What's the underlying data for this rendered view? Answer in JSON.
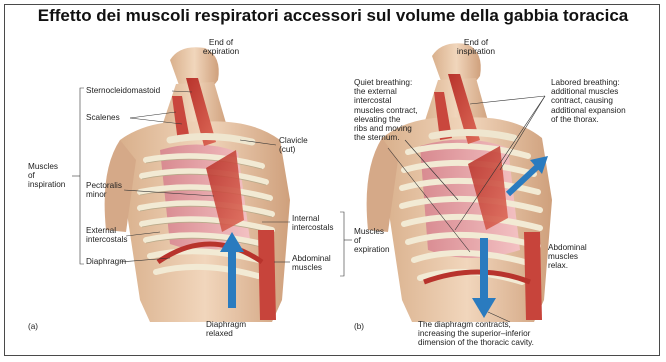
{
  "title": "Effetto dei muscoli respiratori accessori sul volume della gabbia toracica",
  "panel_a": {
    "heading": "End of\nexpiration",
    "tag": "(a)",
    "labels": {
      "sternocleidomastoid": "Sternocleidomastoid",
      "scalenes": "Scalenes",
      "muscles_of_inspiration": "Muscles\nof\ninspiration",
      "pectoralis_minor": "Pectoralis\nminor",
      "external_intercostals": "External\nintercostals",
      "diaphragm": "Diaphragm",
      "clavicle": "Clavicle\n(cut)",
      "internal_intercostals": "Internal\nintercostals",
      "muscles_of_expiration": "Muscles\nof\nexpiration",
      "abdominal_muscles": "Abdominal\nmuscles",
      "diaphragm_relaxed": "Diaphragm\nrelaxed"
    }
  },
  "panel_b": {
    "heading": "End of\ninspiration",
    "tag": "(b)",
    "labels": {
      "quiet_breathing": "Quiet breathing:\nthe external\nintercostal\nmuscles contract,\nelevating the\nribs and moving\nthe sternum.",
      "labored_breathing": "Labored breathing:\nadditional muscles\ncontract, causing\nadditional expansion\nof the thorax.",
      "abdominal_relax": "Abdominal\nmuscles\nrelax.",
      "diaphragm_contracts": "The diaphragm contracts,\nincreasing the superior–inferior\ndimension of the thoracic cavity."
    }
  },
  "colors": {
    "muscle": "#c8473e",
    "skin": "#e9c9a8",
    "rib": "#efe6cf",
    "lung": "#e7a3a8",
    "arrow": "#2a7bbf"
  }
}
